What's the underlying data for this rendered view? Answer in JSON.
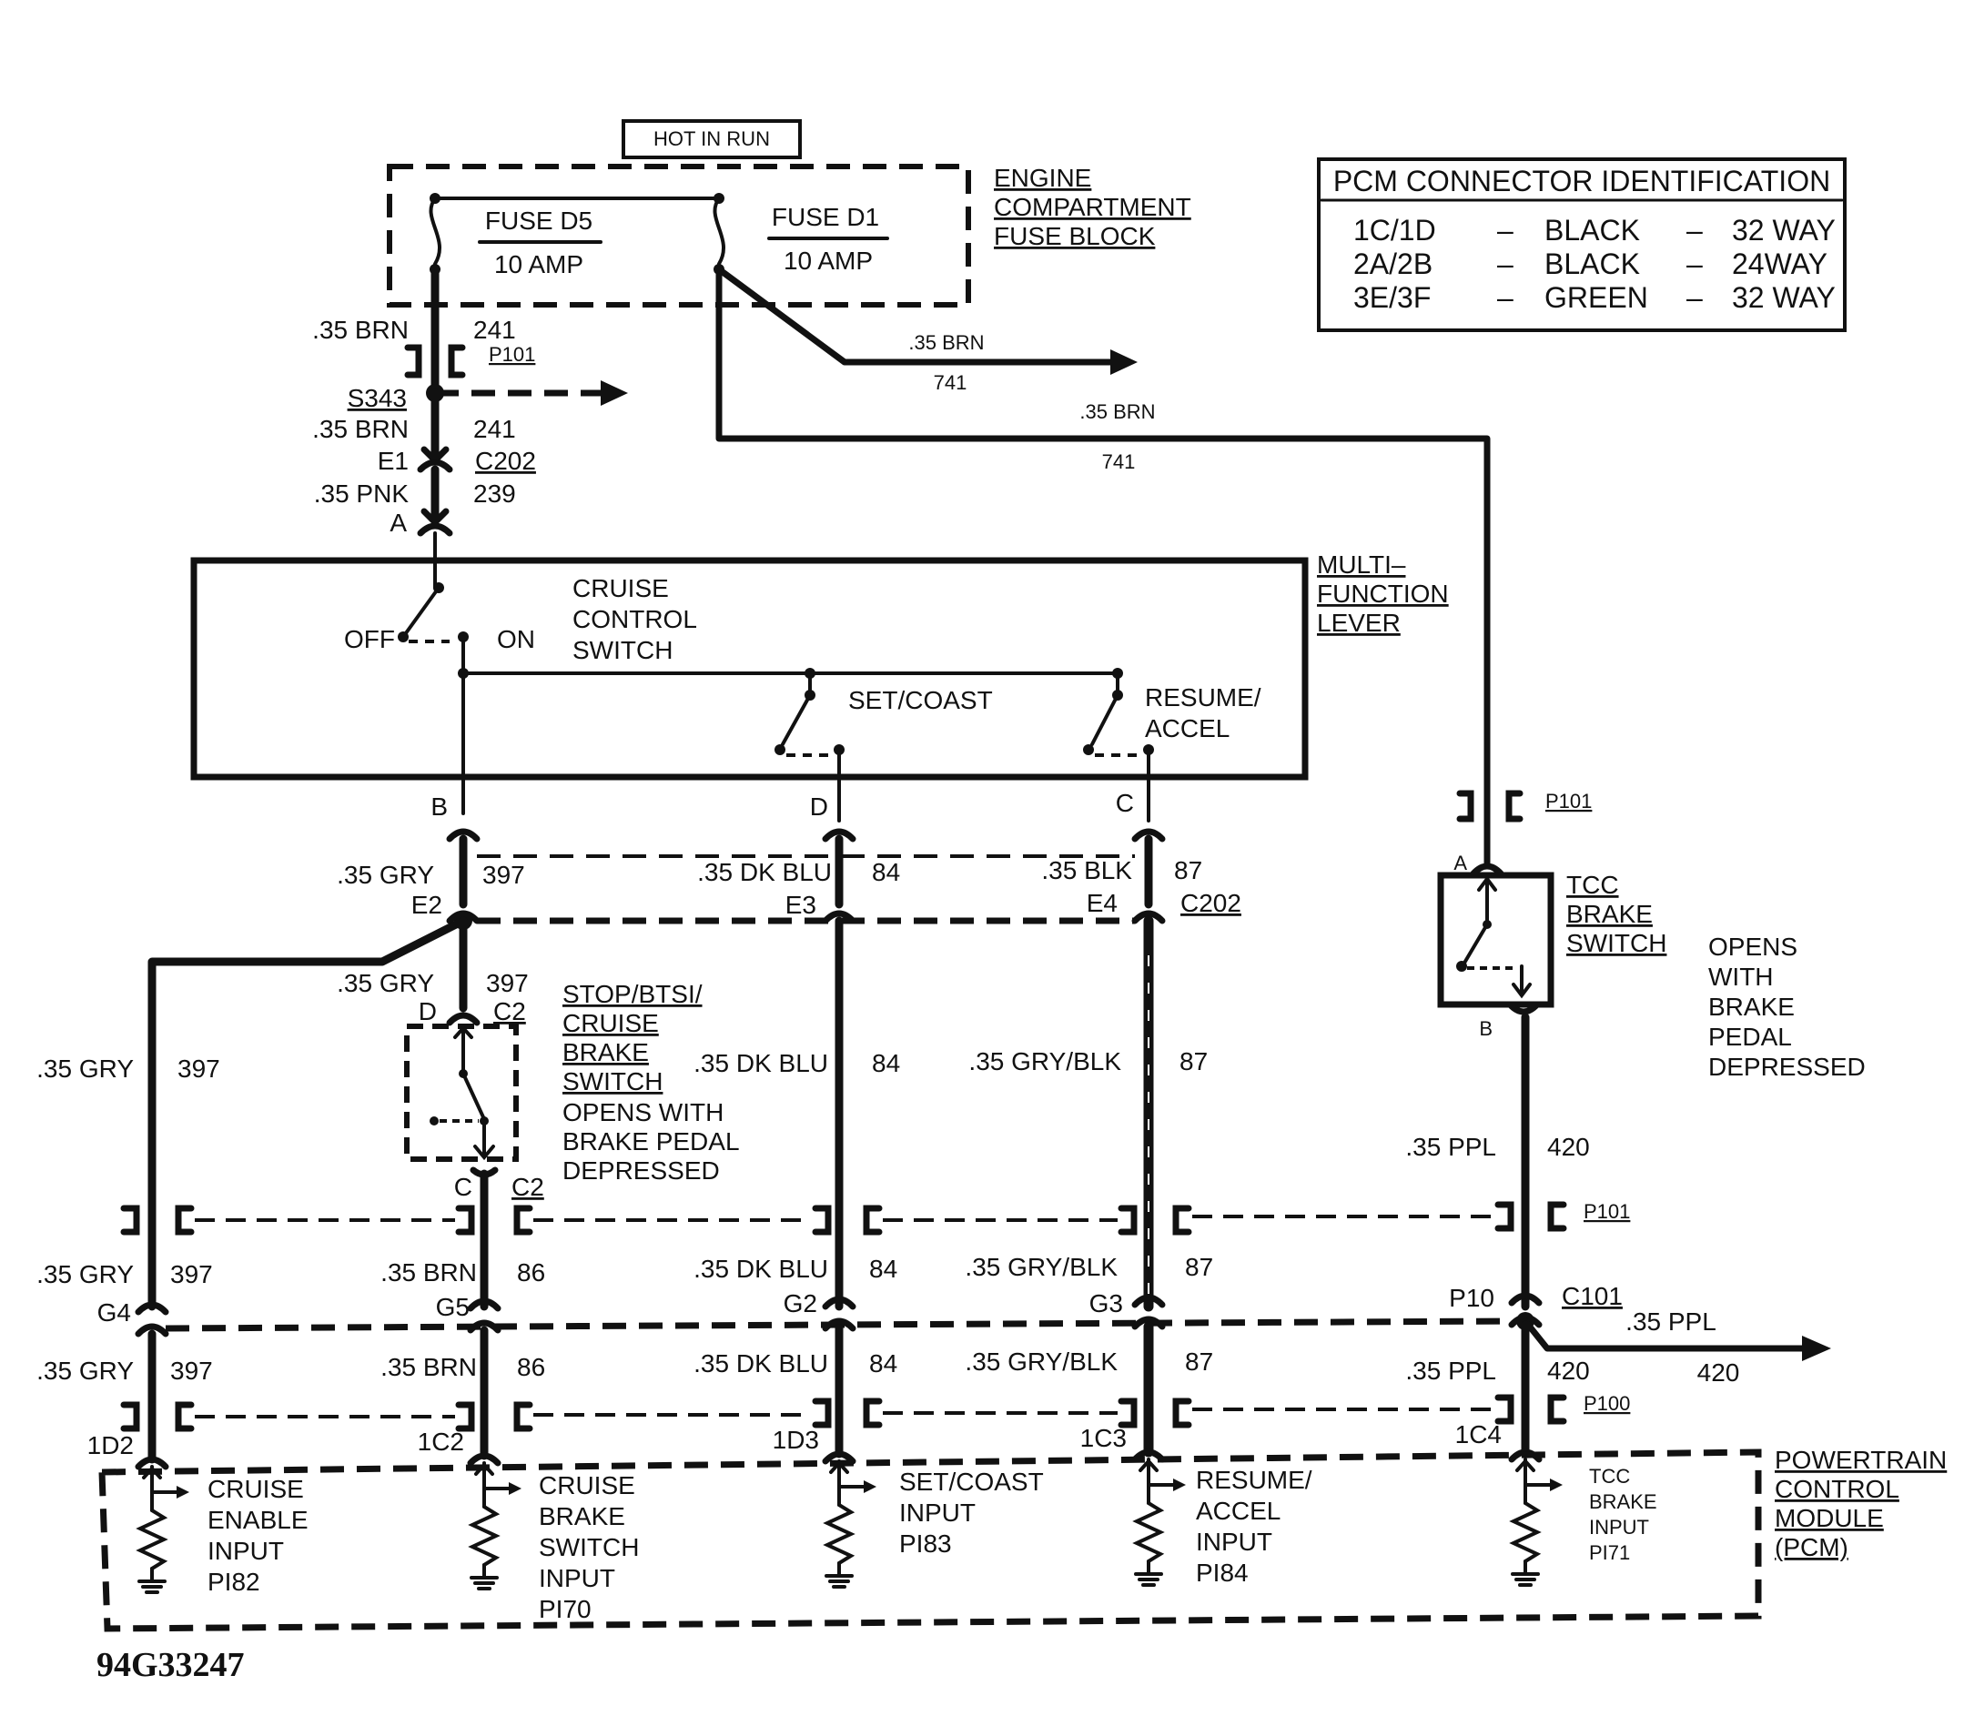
{
  "figure_id": "94G33247",
  "power": {
    "hot_in_run": "HOT IN RUN",
    "fuse_block_label": [
      "ENGINE",
      "COMPARTMENT",
      "FUSE BLOCK"
    ],
    "fuse_d5": {
      "name": "FUSE D5",
      "rating": "10 AMP"
    },
    "fuse_d1": {
      "name": "FUSE D1",
      "rating": "10 AMP"
    }
  },
  "pcm_table": {
    "title": "PCM CONNECTOR IDENTIFICATION",
    "rows": [
      {
        "conn": "1C/1D",
        "dash1": "–",
        "color": "BLACK",
        "dash2": "–",
        "ways": "32 WAY"
      },
      {
        "conn": "2A/2B",
        "dash1": "–",
        "color": "BLACK",
        "dash2": "–",
        "ways": "24WAY"
      },
      {
        "conn": "3E/3F",
        "dash1": "–",
        "color": "GREEN",
        "dash2": "–",
        "ways": "32 WAY"
      }
    ]
  },
  "wires_top": {
    "brn_241_a": ".35 BRN",
    "num_241_a": "241",
    "p101_a": "P101",
    "s343": "S343",
    "brn_241_b": ".35 BRN",
    "num_241_b": "241",
    "e1": "E1",
    "c202_a": "C202",
    "pnk_239": ".35 PNK",
    "num_239": "239",
    "pin_a": "A",
    "brn_741_a": ".35 BRN",
    "num_741_a": "741",
    "brn_741_b": ".35 BRN",
    "num_741_b": "741"
  },
  "mfl": {
    "label": [
      "MULTI–",
      "FUNCTION",
      "LEVER"
    ],
    "off": "OFF",
    "on": "ON",
    "cruise_switch": [
      "CRUISE",
      "CONTROL",
      "SWITCH"
    ],
    "set_coast": "SET/COAST",
    "resume_accel": [
      "RESUME/",
      "ACCEL"
    ],
    "pin_b": "B",
    "pin_d": "D",
    "pin_c": "C"
  },
  "c202_row": {
    "gry": ".35 GRY",
    "n397": "397",
    "e2": "E2",
    "dkblu": ".35 DK BLU",
    "n84": "84",
    "e3": "E3",
    "blk": ".35 BLK",
    "n87": "87",
    "e4": "E4",
    "c202": "C202"
  },
  "stop_switch": {
    "gry": ".35 GRY",
    "n397": "397",
    "pin_d": "D",
    "c2_top": "C2",
    "name": [
      "STOP/BTSI/",
      "CRUISE",
      "BRAKE",
      "SWITCH"
    ],
    "note": [
      "OPENS WITH",
      "BRAKE PEDAL",
      "DEPRESSED"
    ],
    "pin_c": "C",
    "c2_bot": "C2"
  },
  "mid_labels": {
    "gry": ".35 GRY",
    "n397": "397",
    "dkblu": ".35 DK BLU",
    "n84": "84",
    "gryblk": ".35 GRY/BLK",
    "n87": "87"
  },
  "tcc": {
    "p101": "P101",
    "pin_a": "A",
    "pin_b": "B",
    "name": [
      "TCC",
      "BRAKE",
      "SWITCH"
    ],
    "note": [
      "OPENS",
      "WITH",
      "BRAKE",
      "PEDAL",
      "DEPRESSED"
    ],
    "ppl": ".35 PPL",
    "n420": "420"
  },
  "p101_row": {
    "label": "P101"
  },
  "c101_row": {
    "gry": ".35 GRY",
    "n397": "397",
    "brn": ".35 BRN",
    "n86": "86",
    "dkblu": ".35 DK BLU",
    "n84": "84",
    "gryblk": ".35 GRY/BLK",
    "n87": "87",
    "g4": "G4",
    "g5": "G5",
    "g2": "G2",
    "g3": "G3",
    "p10": "P10",
    "c101": "C101",
    "ppl_out": ".35 PPL",
    "n420_out": "420"
  },
  "p100_row": {
    "gry": ".35 GRY",
    "n397": "397",
    "brn": ".35 BRN",
    "n86": "86",
    "dkblu": ".35 DK BLU",
    "n84": "84",
    "gryblk": ".35 GRY/BLK",
    "n87": "87",
    "ppl": ".35 PPL",
    "n420": "420",
    "p100": "P100"
  },
  "pcm": {
    "label": [
      "POWERTRAIN",
      "CONTROL",
      "MODULE",
      "(PCM)"
    ],
    "pins": [
      "1D2",
      "1C2",
      "1D3",
      "1C3",
      "1C4"
    ],
    "input1": [
      "CRUISE",
      "ENABLE",
      "INPUT",
      "PI82"
    ],
    "input2": [
      "CRUISE",
      "BRAKE",
      "SWITCH",
      "INPUT",
      "PI70"
    ],
    "input3": [
      "SET/COAST",
      "INPUT",
      "PI83"
    ],
    "input4": [
      "RESUME/",
      "ACCEL",
      "INPUT",
      "PI84"
    ],
    "input5": [
      "TCC",
      "BRAKE",
      "INPUT",
      "PI71"
    ]
  }
}
